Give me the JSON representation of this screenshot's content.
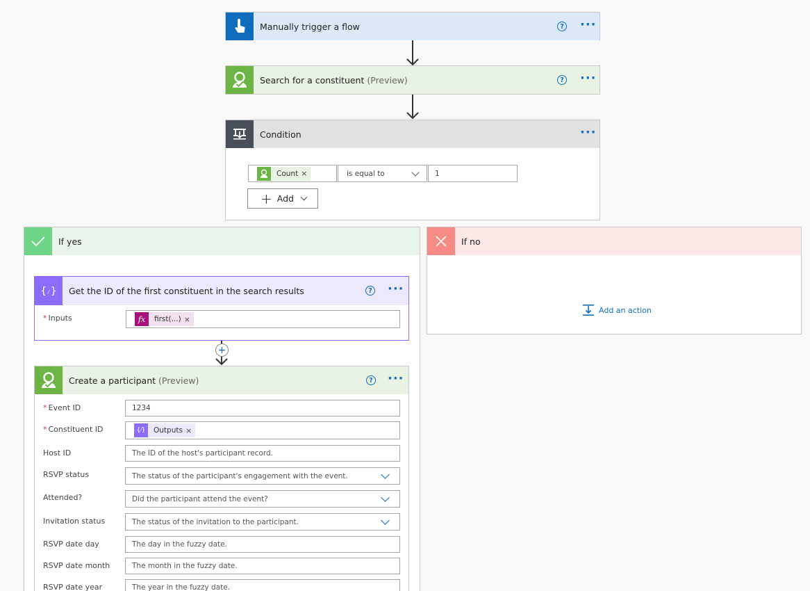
{
  "trigger": {
    "title": "Manually trigger a flow"
  },
  "search": {
    "title": "Search for a constituent",
    "tag": "(Preview)"
  },
  "condition": {
    "title": "Condition",
    "left_token": "Count",
    "operator": "is equal to",
    "value": "1",
    "add_label": "Add"
  },
  "if_yes": {
    "title": "If yes"
  },
  "if_no": {
    "title": "If no",
    "add_action_label": "Add an action"
  },
  "compose": {
    "title": "Get the ID of the first constituent in the search results",
    "inputs_label": "Inputs",
    "token": "first(...)"
  },
  "participant": {
    "title": "Create a participant",
    "tag": "(Preview)",
    "fields": {
      "event_id": {
        "label": "Event ID",
        "value": "1234"
      },
      "constituent_id": {
        "label": "Constituent ID",
        "token": "Outputs"
      },
      "host_id": {
        "label": "Host ID",
        "placeholder": "The ID of the host's participant record."
      },
      "rsvp_status": {
        "label": "RSVP status",
        "placeholder": "The status of the participant's engagement with the event."
      },
      "attended": {
        "label": "Attended?",
        "placeholder": "Did the participant attend the event?"
      },
      "invitation_status": {
        "label": "Invitation status",
        "placeholder": "The status of the invitation to the participant."
      },
      "rsvp_day": {
        "label": "RSVP date day",
        "placeholder": "The day in the fuzzy date."
      },
      "rsvp_month": {
        "label": "RSVP date month",
        "placeholder": "The month in the fuzzy date."
      },
      "rsvp_year": {
        "label": "RSVP date year",
        "placeholder": "The year in the fuzzy date."
      }
    }
  },
  "colors": {
    "trigger_icon": "#0f6cbd",
    "trigger_header": "#dbe9f9",
    "connector_icon": "#6cb544",
    "connector_header": "#e9f3e3",
    "condition_icon": "#484f58",
    "condition_header": "#e1e1e1",
    "yes_icon": "#6ed586",
    "yes_header": "#e9f5ea",
    "no_icon": "#f68a84",
    "no_header": "#fde7e7",
    "compose_icon": "#8c6cfc",
    "compose_header": "#ede9fd",
    "expression_icon": "#a6127a",
    "link": "#0f6cbd"
  }
}
